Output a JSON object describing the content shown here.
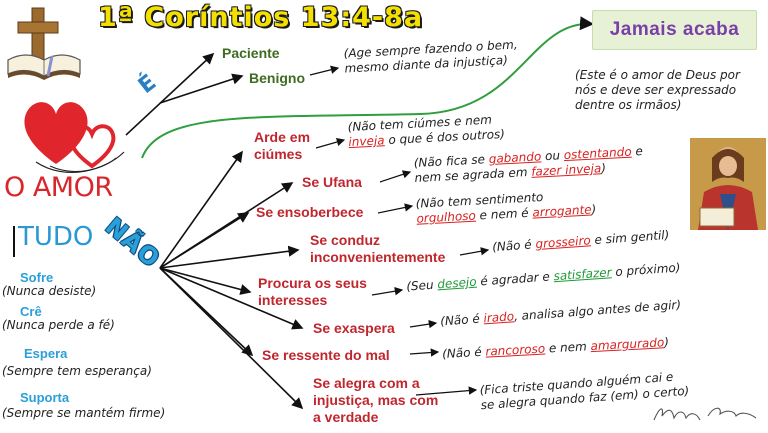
{
  "title": "1ª Coríntios 13:4-8a",
  "badge": "Jamais acaba",
  "main_word": "O AMOR",
  "branch_e": "É",
  "branch_nao": "NÃO",
  "branch_tudo": "TUDO",
  "e_items": [
    {
      "label": "Paciente"
    },
    {
      "label": "Benigno",
      "note1": "(Age sempre fazendo o bem,",
      "note2": "mesmo diante da injustiça)"
    }
  ],
  "love_note": [
    "(Este é o amor de Deus por",
    "nós e deve ser expressado",
    "dentre os irmãos)"
  ],
  "nao_items": [
    {
      "label1": "Arde em",
      "label2": "ciúmes"
    },
    {
      "label": "Se Ufana"
    },
    {
      "label": "Se ensoberbece"
    },
    {
      "label1": "Se conduz",
      "label2": "inconvenientemente"
    },
    {
      "label1": "Procura os seus",
      "label2": "interesses"
    },
    {
      "label": "Se exaspera"
    },
    {
      "label": "Se ressente do mal"
    },
    {
      "label1": "Se alegra com a",
      "label2": "injustiça, mas com",
      "label3": "a verdade"
    }
  ],
  "nao_notes": {
    "n1": {
      "a": "(Não tem ciúmes e nem",
      "b_hl": "inveja",
      "b_rest": " o que é dos outros)"
    },
    "n2": {
      "a": "(Não fica se ",
      "a_hl": "gabando",
      "a_mid": " ou ",
      "a_hl2": "ostentando",
      "a_end": " e",
      "b": "nem se agrada em ",
      "b_hl": "fazer inveja",
      "b_end": ")"
    },
    "n3": {
      "a": "(Não tem sentimento",
      "b_hl": "orgulhoso",
      "b_mid": " e nem é ",
      "b_hl2": "arrogante",
      "b_end": ")"
    },
    "n4": {
      "a": "(Não é ",
      "a_hl": "grosseiro",
      "a_end": " e sim gentil)"
    },
    "n5": {
      "a": "(Seu ",
      "a_hl": "desejo",
      "a_mid": " é agradar e ",
      "a_hl2": "satisfazer",
      "a_end": " o próximo)"
    },
    "n6": {
      "a": "(Não é ",
      "a_hl": "irado",
      "a_end": ", analisa algo antes de agir)"
    },
    "n7": {
      "a": "(Não é ",
      "a_hl": "rancoroso",
      "a_mid": " e nem ",
      "a_hl2": "amargurado",
      "a_end": ")"
    },
    "n8": {
      "a": "(Fica triste quando alguém cai e",
      "b": "se alegra quando faz (em) o certo)"
    }
  },
  "tudo_items": [
    {
      "verb": "Sofre",
      "note": "(Nunca desiste)"
    },
    {
      "verb": "Crê",
      "note": "(Nunca perde a fé)"
    },
    {
      "verb": "Espera",
      "note": "(Sempre tem esperança)"
    },
    {
      "verb": "Suporta",
      "note": "(Sempre se mantém firme)"
    }
  ],
  "colors": {
    "red": "#c0262e",
    "green": "#3f6b22",
    "blue": "#2a9fd8",
    "purple": "#7b3fa8",
    "yellow": "#f4e000"
  }
}
